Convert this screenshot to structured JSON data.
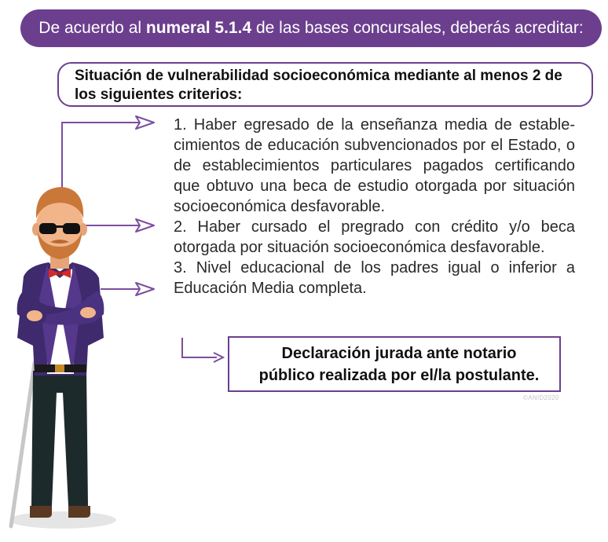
{
  "banner": {
    "text_before": "De acuerdo al ",
    "text_bold": "numeral 5.1.4",
    "text_after": " de las bases concursales, deberás acreditar:"
  },
  "heading": {
    "text": "Situación de vulnerabilidad socioeconómica mediante al menos 2 de los siguientes criterios:"
  },
  "criteria": [
    "1. Haber egresado de la enseñanza media de estable­cimientos de educación subvencionados por el Estado, o de establecimientos particulares pagados certificando que obtuvo una beca de estudio otorga­da por situación socioeconómica desfavorable.",
    "2. Haber cursado el pregrado con crédito y/o beca otorgada por situación socioeconómica desfavora­ble.",
    "3. Nivel educacional de los padres igual o inferior a Educación Media completa."
  ],
  "declaration": {
    "text": "Declaración jurada ante notario público realizada por el/la postulante."
  },
  "credit": "©ANID2020",
  "colors": {
    "accent": "#6b3f8e",
    "jacket": "#3f2a6e",
    "bowtie": "#d42a2a",
    "hair": "#c9783a",
    "skin": "#f2b58a",
    "trousers": "#1d2a2c"
  }
}
